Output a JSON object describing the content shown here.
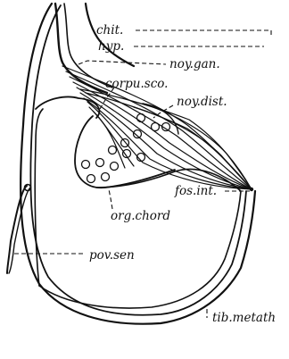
{
  "labels": {
    "chit": "chit.",
    "hyp": "hyp.",
    "nov_gan": "noy.gan.",
    "corpu_sco": "corpu.sco.",
    "nov_dist": "noy.dist.",
    "fos_int": "fos.int.",
    "org_chord": "org.chord",
    "pov_sen": "pov.sen",
    "tib_metath": "tib.metath"
  }
}
